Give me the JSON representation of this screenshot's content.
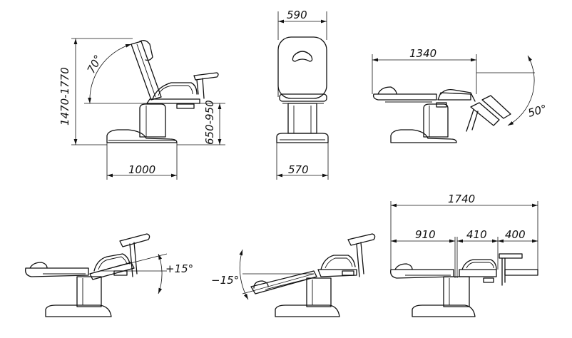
{
  "dimensions": {
    "height_range": "1470-1770",
    "backrest_angle": "70°",
    "seat_height": "650-950",
    "base_length": "1000",
    "top_width": "590",
    "bottom_width": "570",
    "flat_length": "1340",
    "leg_angle": "50°",
    "tilt_plus": "+15°",
    "tilt_minus": "−15°",
    "total_length": "1740",
    "seg_back": "910",
    "seg_seat": "410",
    "seg_leg": "400"
  },
  "colors": {
    "stroke": "#111111",
    "background": "#ffffff"
  }
}
